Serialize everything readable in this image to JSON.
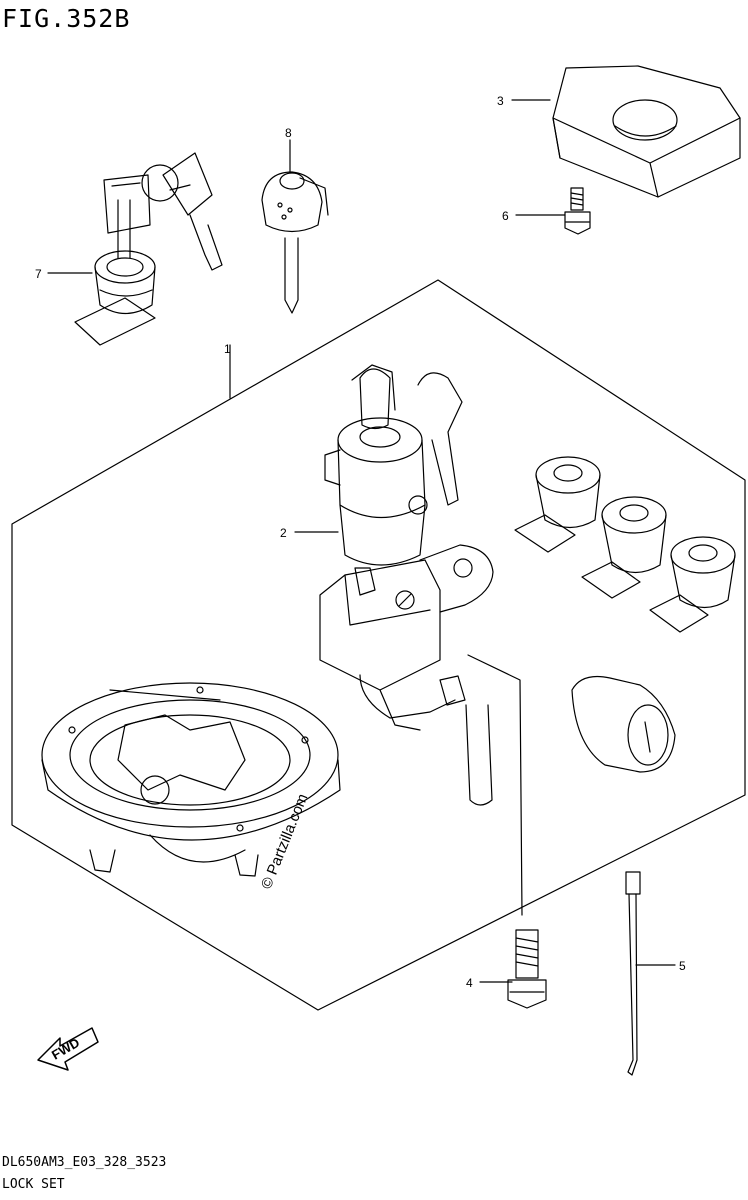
{
  "figure": {
    "title": "FIG.352B",
    "code": "DL650AM3_E03_328_3523",
    "name": "LOCK SET"
  },
  "callouts": [
    "1",
    "2",
    "3",
    "4",
    "5",
    "6",
    "7",
    "8"
  ],
  "watermark": "© Partzilla.com",
  "fwd_label": "FWD",
  "colors": {
    "line": "#000000",
    "background": "#ffffff"
  }
}
